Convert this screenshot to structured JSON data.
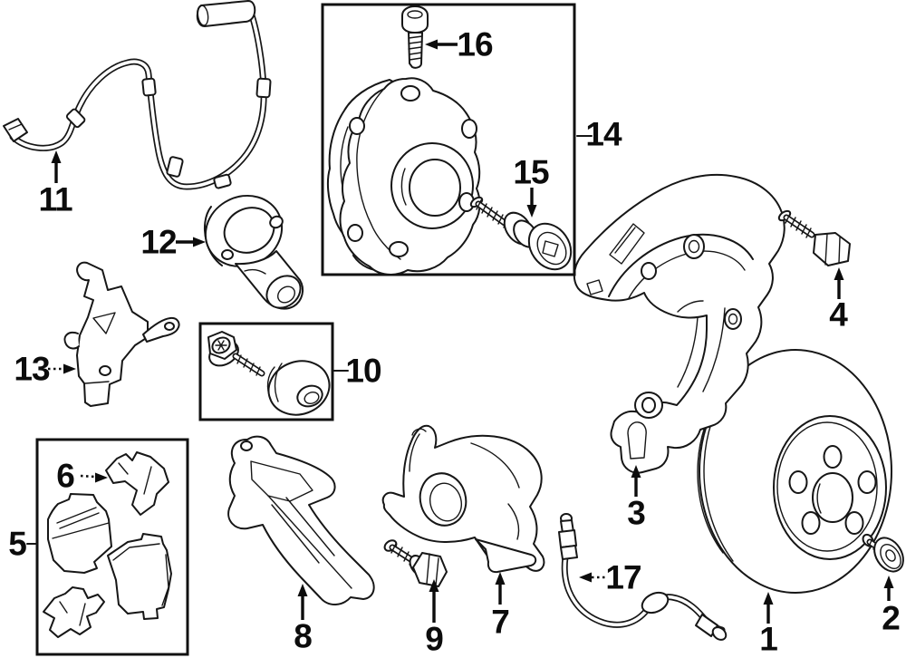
{
  "diagram": {
    "title": "Disc brake components exploded parts diagram",
    "style": "black-and-white line art",
    "background_color": "#ffffff",
    "line_color": "#161616",
    "callouts": [
      {
        "number": "1",
        "part": "brake-rotor",
        "leader": "arrow"
      },
      {
        "number": "2",
        "part": "rotor-retaining-screw",
        "leader": "arrow"
      },
      {
        "number": "3",
        "part": "brake-dust-shield",
        "leader": "arrow"
      },
      {
        "number": "4",
        "part": "shield-mounting-bolt",
        "leader": "arrow"
      },
      {
        "number": "5",
        "part": "brake-pad-set-box",
        "leader": "line"
      },
      {
        "number": "6",
        "part": "pad-retaining-clip",
        "leader": "dotted-arrow"
      },
      {
        "number": "7",
        "part": "brake-caliper",
        "leader": "arrow"
      },
      {
        "number": "8",
        "part": "caliper-mounting-bracket",
        "leader": "arrow"
      },
      {
        "number": "9",
        "part": "caliper-guide-bolt",
        "leader": "arrow"
      },
      {
        "number": "10",
        "part": "guide-pin-and-cap-box",
        "leader": "line"
      },
      {
        "number": "11",
        "part": "brake-wear-sensor-wire",
        "leader": "arrow"
      },
      {
        "number": "12",
        "part": "sensor-housing",
        "leader": "arrow"
      },
      {
        "number": "13",
        "part": "hose-mounting-bracket",
        "leader": "dotted-arrow"
      },
      {
        "number": "14",
        "part": "wheel-hub-bearing-box",
        "leader": "line"
      },
      {
        "number": "15",
        "part": "hub-axle-screw",
        "leader": "arrow"
      },
      {
        "number": "16",
        "part": "hub-mounting-bolt",
        "leader": "arrow"
      },
      {
        "number": "17",
        "part": "brake-hose",
        "leader": "dotted-arrow"
      }
    ],
    "boxed_groups": [
      {
        "box_of": "14",
        "contains": [
          "15",
          "16"
        ]
      },
      {
        "box_of": "5",
        "contains": [
          "6"
        ]
      },
      {
        "box_of": "10",
        "contains": []
      }
    ]
  }
}
